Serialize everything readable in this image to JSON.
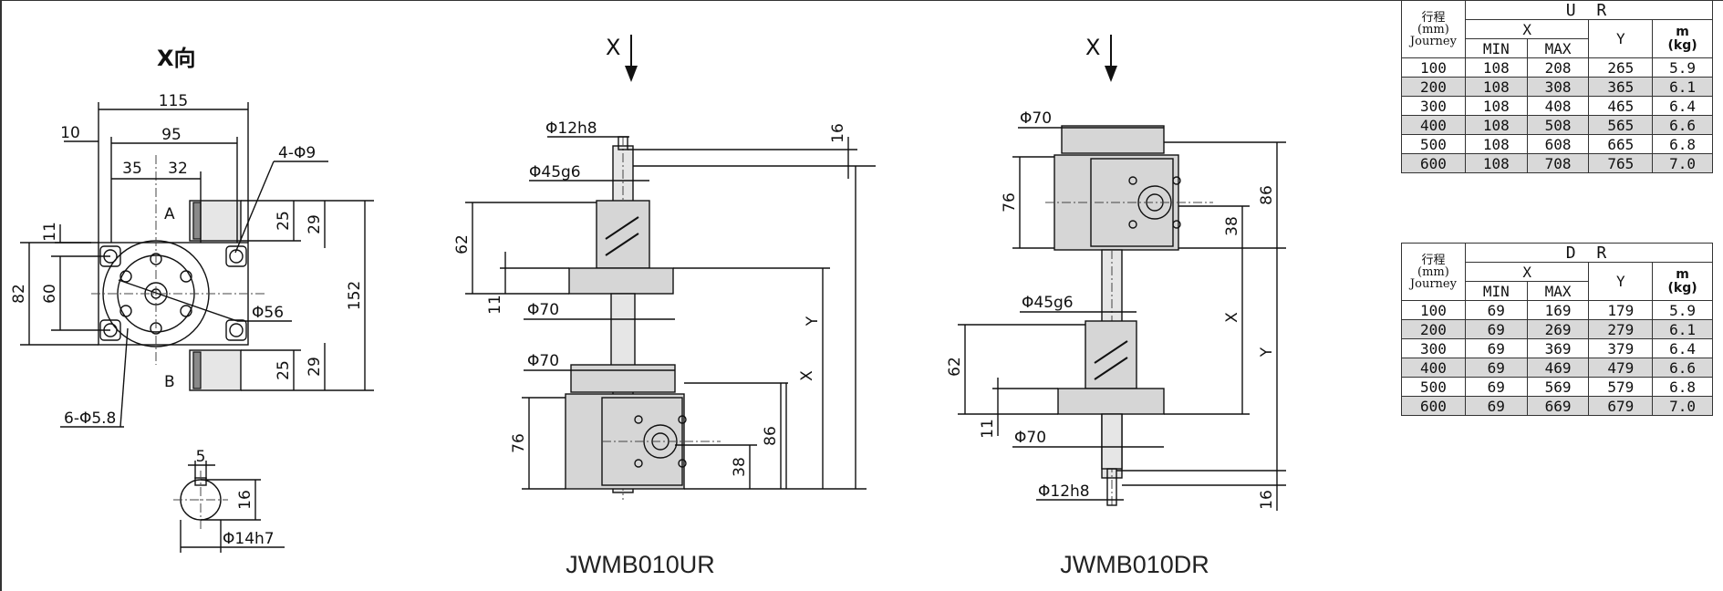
{
  "left_view": {
    "title": "X向",
    "dims": {
      "d115": "115",
      "d10": "10",
      "d95": "95",
      "d35": "35",
      "d32": "32",
      "d4phi9": "4-Φ9",
      "dA": "A",
      "dB": "B",
      "d25a": "25",
      "d29a": "29",
      "d11": "11",
      "d82": "82",
      "d60": "60",
      "d152": "152",
      "dphi56": "Φ56",
      "d25b": "25",
      "d29b": "29",
      "d6phi58": "6-Φ5.8"
    }
  },
  "key_view": {
    "dims": {
      "d5": "5",
      "d16": "16",
      "dphi14": "Φ14h7"
    }
  },
  "ur_view": {
    "caption": "JWMB010UR",
    "arrow_label": "X",
    "dims": {
      "phi12": "Φ12h8",
      "d16": "16",
      "phi45": "Φ45g6",
      "d62": "62",
      "d11": "11",
      "phi70a": "Φ70",
      "phi70b": "Φ70",
      "dY": "Y",
      "dX": "X",
      "d76": "76",
      "d86": "86",
      "d38": "38"
    }
  },
  "dr_view": {
    "caption": "JWMB010DR",
    "arrow_label": "X",
    "dims": {
      "phi70a": "Φ70",
      "d76": "76",
      "d86": "86",
      "d38": "38",
      "phi45": "Φ45g6",
      "d62": "62",
      "d11": "11",
      "dX": "X",
      "dY": "Y",
      "phi70b": "Φ70",
      "phi12": "Φ12h8",
      "d16": "16"
    }
  },
  "ur_table": {
    "h_stroke": "行程",
    "h_mm": "(mm)",
    "h_journey": "Journey",
    "h_group": "U R",
    "h_x": "X",
    "h_min": "MIN",
    "h_max": "MAX",
    "h_y": "Y",
    "h_m": "m",
    "h_kg": "(kg)",
    "rows": [
      [
        "100",
        "108",
        "208",
        "265",
        "5.9"
      ],
      [
        "200",
        "108",
        "308",
        "365",
        "6.1"
      ],
      [
        "300",
        "108",
        "408",
        "465",
        "6.4"
      ],
      [
        "400",
        "108",
        "508",
        "565",
        "6.6"
      ],
      [
        "500",
        "108",
        "608",
        "665",
        "6.8"
      ],
      [
        "600",
        "108",
        "708",
        "765",
        "7.0"
      ]
    ]
  },
  "dr_table": {
    "h_stroke": "行程",
    "h_mm": "(mm)",
    "h_journey": "Journey",
    "h_group": "D R",
    "h_x": "X",
    "h_min": "MIN",
    "h_max": "MAX",
    "h_y": "Y",
    "h_m": "m",
    "h_kg": "(kg)",
    "rows": [
      [
        "100",
        "69",
        "169",
        "179",
        "5.9"
      ],
      [
        "200",
        "69",
        "269",
        "279",
        "6.1"
      ],
      [
        "300",
        "69",
        "369",
        "379",
        "6.4"
      ],
      [
        "400",
        "69",
        "469",
        "479",
        "6.6"
      ],
      [
        "500",
        "69",
        "569",
        "579",
        "6.8"
      ],
      [
        "600",
        "69",
        "669",
        "679",
        "7.0"
      ]
    ]
  }
}
